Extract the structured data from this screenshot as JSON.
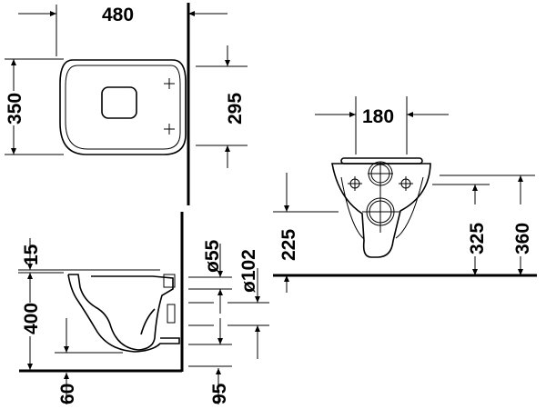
{
  "drawing": {
    "top_view": {
      "width_label": "480",
      "depth_label": "350",
      "fixing_label": "295"
    },
    "front_view": {
      "width_label": "180",
      "outlet_height_label": "225",
      "fixing_height_label": "325",
      "top_height_label": "360"
    },
    "side_view": {
      "seat_label": "15",
      "height_label": "400",
      "floor_label": "60",
      "inlet_diameter_label": "ø55",
      "outlet_diameter_label": "ø102",
      "outlet_offset_label": "95"
    }
  }
}
